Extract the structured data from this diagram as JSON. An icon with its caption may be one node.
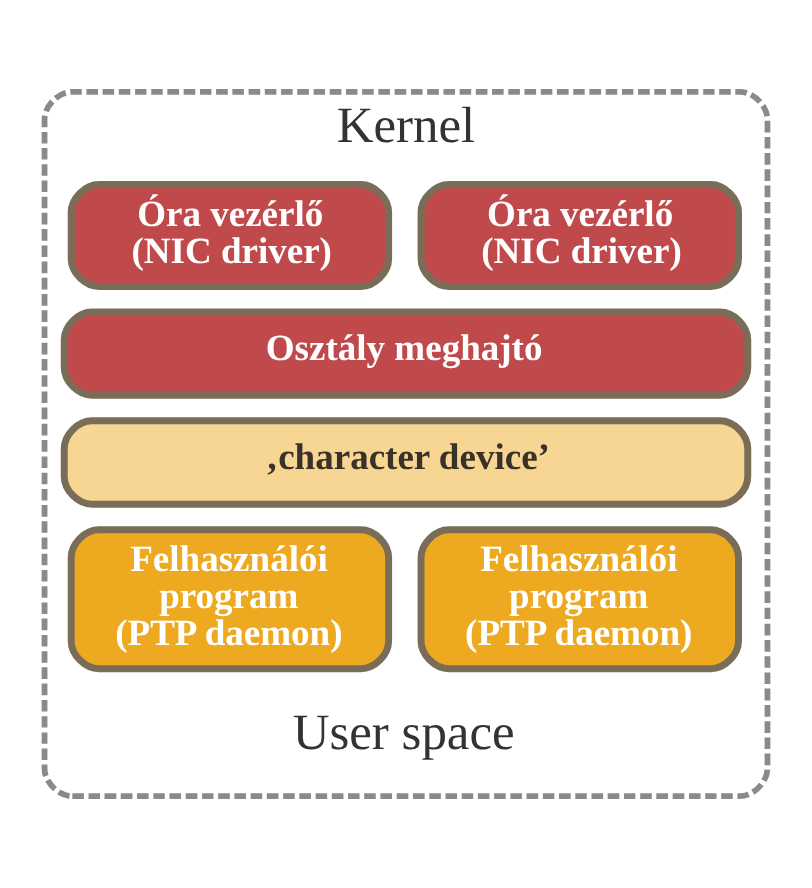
{
  "diagram": {
    "nodes": [
      {
        "text": [
          "Kernel",
          "User space"
        ]
      },
      {
        "text": [
          "Óra vezérlő (NIC driver)"
        ],
        "in": 0
      },
      {
        "text": [
          "Óra vezérlő (NIC driver)"
        ],
        "in": 0
      },
      {
        "text": [
          "Osztály meghajtó"
        ],
        "in": 0
      },
      {
        "text": [
          "‚character device’"
        ],
        "in": 0
      },
      {
        "text": [
          "Felhasználói program (PTP daemon)"
        ],
        "in": 0
      },
      {
        "text": [
          "Felhasználói program (PTP daemon)"
        ],
        "in": 0
      }
    ]
  }
}
